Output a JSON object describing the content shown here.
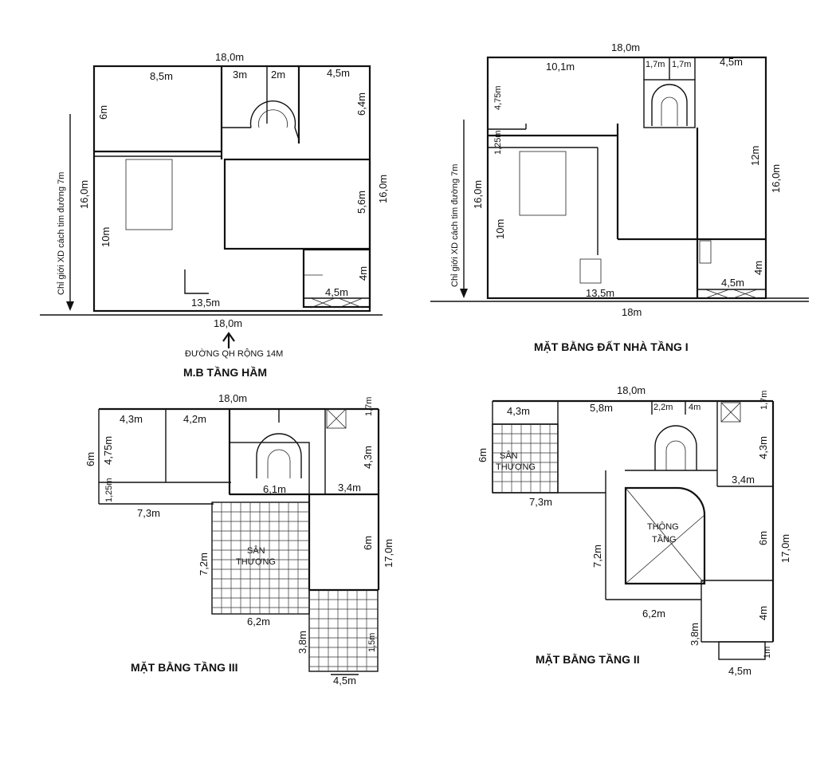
{
  "plans": {
    "basement": {
      "caption": "M.B TẦNG HẦM",
      "road_label": "ĐƯỜNG QH RỘNG  14M",
      "setback_label": "Chỉ giới XD cách tim đường 7m",
      "dims": {
        "top": "18,0m",
        "r1": "8,5m",
        "r2": "3m",
        "r3": "2m",
        "r4": "4,5m",
        "left6": "6m",
        "right64": "6,4m",
        "mid56": "5,6m",
        "right16": "16,0m",
        "left16": "16,0m",
        "left10": "10m",
        "bottom135": "13,5m",
        "bottom45": "4,5m",
        "r4m": "4m",
        "bottom18": "18,0m"
      }
    },
    "ground": {
      "caption": "MẶT BẰNG ĐẤT NHÀ TẦNG I",
      "setback_label": "Chỉ giới XD cách tim đường 7m",
      "dims": {
        "top": "18,0m",
        "r1": "10,1m",
        "r2": "1,7m",
        "r3": "1,7m",
        "r4": "4,5m",
        "left475": "4,75m",
        "left125": "1,25m",
        "right12": "12m",
        "right16": "16,0m",
        "left16": "16,0m",
        "left10": "10m",
        "bottom135": "13,5m",
        "bottom45": "4,5m",
        "r4m": "4m",
        "bottom18": "18m"
      }
    },
    "third": {
      "caption": "MẶT BẰNG TẦNG III",
      "terrace": "SÂN\nTHƯỢNG",
      "terrace_l1": "SÂN",
      "terrace_l2": "THƯỢNG",
      "dims": {
        "top": "18,0m",
        "r1": "4,3m",
        "r2": "4,2m",
        "r17": "1,7m",
        "left6": "6m",
        "left475": "4,75m",
        "left125": "1,25m",
        "r43": "4,3m",
        "mid61": "6,1m",
        "r34": "3,4m",
        "b73": "7,3m",
        "left72": "7,2m",
        "r6": "6m",
        "right17": "17,0m",
        "b62": "6,2m",
        "b38": "3,8m",
        "b45": "4,5m",
        "b15": "1,5m"
      }
    },
    "second": {
      "caption": "MẶT BẰNG TẦNG II",
      "terrace_l1": "SÂN",
      "terrace_l2": "THƯỢNG",
      "void_l1": "THÔNG",
      "void_l2": "TẦNG",
      "dims": {
        "top": "18,0m",
        "r1": "4,3m",
        "r2": "5,8m",
        "r3": "2,2m",
        "r4": "4m",
        "r17": "1,7m",
        "left6": "6m",
        "r43": "4,3m",
        "r34": "3,4m",
        "b73": "7,3m",
        "left72": "7,2m",
        "r6": "6m",
        "right17": "17,0m",
        "b62": "6,2m",
        "b38": "3,8m",
        "b45": "4,5m",
        "b1": "1m"
      }
    }
  },
  "colors": {
    "line": "#111111",
    "background": "#ffffff"
  }
}
